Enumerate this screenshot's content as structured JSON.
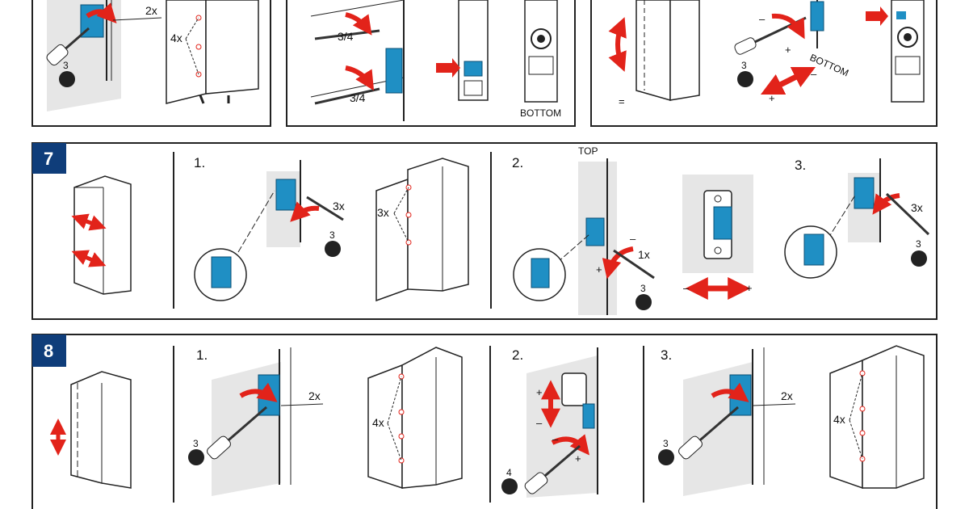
{
  "colors": {
    "accent_blue": "#1f8fc4",
    "arrow_red": "#e2231a",
    "badge_navy": "#0f3d7a",
    "panel_grey": "#e6e6e6"
  },
  "top_row": {
    "panel_a": {
      "count_hinge": "2x",
      "count_screws": "4x",
      "tool_size": "3"
    },
    "panel_b": {
      "turn_1": "3/4",
      "turn_2": "3/4",
      "position": "BOTTOM"
    },
    "panel_c": {
      "tool_size": "3",
      "position": "BOTTOM",
      "minus": "–",
      "plus": "+",
      "equals": "="
    }
  },
  "section_7": {
    "number": "7",
    "step1": {
      "label": "1.",
      "count_hinge": "3x",
      "count_door": "3x",
      "tool_size": "3"
    },
    "step2": {
      "label": "2.",
      "position": "TOP",
      "count": "1x",
      "tool_size": "3",
      "minus": "–",
      "plus": "+"
    },
    "step3": {
      "label": "3.",
      "count": "3x",
      "tool_size": "3"
    }
  },
  "section_8": {
    "number": "8",
    "step1": {
      "label": "1.",
      "count_hinge": "2x",
      "count_screws": "4x",
      "tool_size": "3"
    },
    "step2": {
      "label": "2.",
      "plus": "+",
      "minus": "–",
      "tool_size": "4"
    },
    "step3": {
      "label": "3.",
      "count_hinge": "2x",
      "count_screws": "4x",
      "tool_size": "3"
    }
  }
}
